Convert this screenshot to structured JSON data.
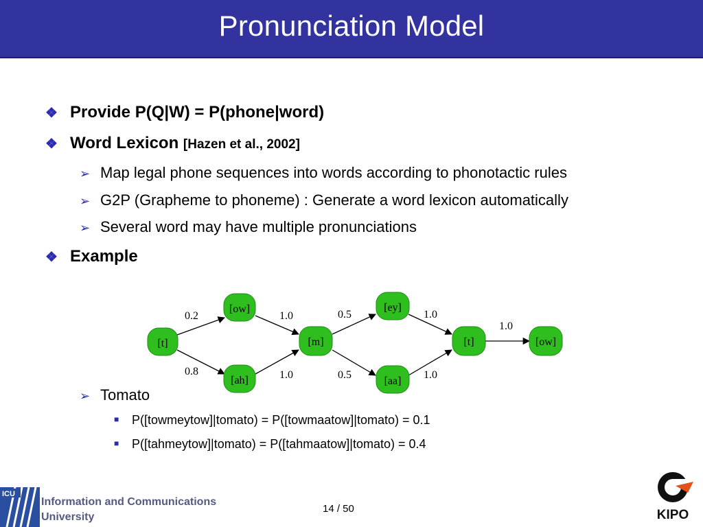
{
  "slide": {
    "title": "Pronunciation Model",
    "bullets": [
      {
        "text": "Provide P(Q|W) = P(phone|word)"
      },
      {
        "text": "Word Lexicon ",
        "citation": "[Hazen et al., 2002]"
      }
    ],
    "sub_bullets": [
      "Map legal phone sequences into words according to phonotactic rules",
      "G2P (Grapheme to phoneme) : Generate a word lexicon automatically",
      "Several word may have multiple pronunciations"
    ],
    "example_heading": "Example",
    "example_word": "Tomato",
    "probabilities": [
      "P([towmeytow]|tomato) = P([towmaatow]|tomato) = 0.1",
      "P([tahmeytow]|tomato) = P([tahmaatow]|tomato) = 0.4"
    ]
  },
  "diagram": {
    "nodes": [
      "[t]",
      "[ow]",
      "[ah]",
      "[m]",
      "[ey]",
      "[aa]",
      "[t]",
      "[ow]"
    ],
    "edge_labels": [
      "0.2",
      "0.8",
      "1.0",
      "1.0",
      "0.5",
      "0.5",
      "1.0",
      "1.0",
      "1.0"
    ],
    "node_fill": "#2ebf1f"
  },
  "footer": {
    "logo_text": "ICU",
    "institution_line1": "Information and Communications",
    "institution_line2": "University",
    "page_number": "14 / 50",
    "right_logo_text": "KIPO"
  },
  "colors": {
    "title_bar": "#3333a0",
    "bullet_marker": "#2b2bb0",
    "footer_text": "#555a80"
  },
  "icons": {
    "level1_marker": "diamond-cluster-icon",
    "level2_marker": "arrowhead-icon",
    "level3_marker": "square-icon"
  }
}
